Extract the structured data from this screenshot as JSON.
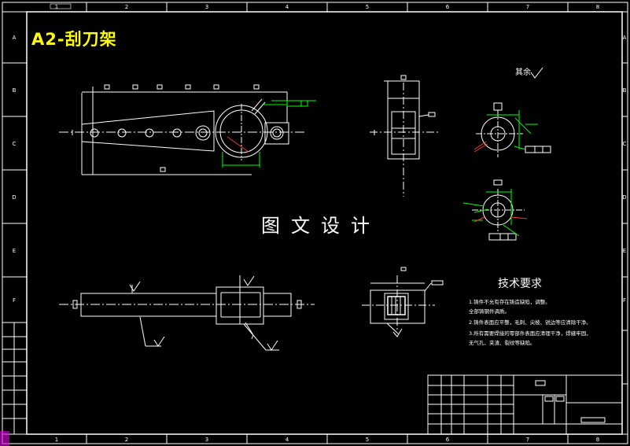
{
  "drawing_title": "A2-刮刀架",
  "watermark": "图文设计",
  "rough_note": "其余",
  "technical_requirements": {
    "title": "技术要求",
    "notes": [
      "1.铸件不允有存在铸造缺陷，调整。",
      "  全部铸钢件调质。",
      "2.铸件表面应平整，毛刺、尖棱、锐边等应清除干净。",
      "3.所有需要焊接的零部件表面应清理干净，焊缝牢固，",
      "  无气孔、夹渣、裂纹等缺陷。"
    ]
  },
  "colors": {
    "background": "#000000",
    "lines": "#ffffff",
    "dimensions": "#00ff00",
    "title_text": "#ffff00",
    "leaders": "#ff3333"
  }
}
